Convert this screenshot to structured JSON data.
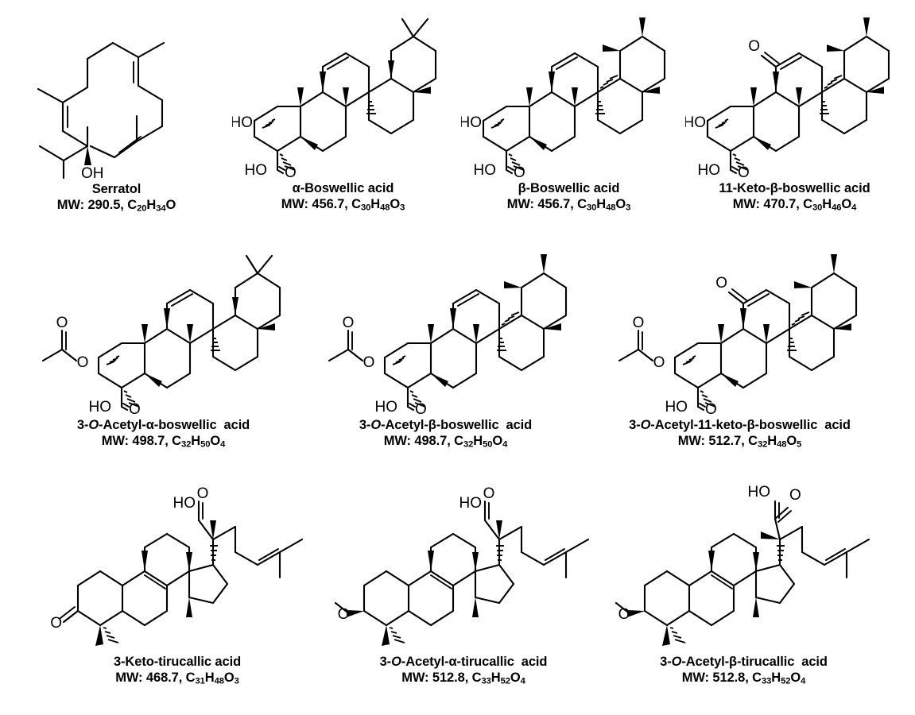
{
  "figure": {
    "title": "Chemical structures of Boswellia triterpenoid acids",
    "background_color": "#ffffff",
    "line_color": "#000000"
  },
  "rows": [
    {
      "row_label": "row-1",
      "compounds": [
        {
          "id": "serratol",
          "name_parts": [
            {
              "t": "Serratol",
              "italic": false
            }
          ],
          "name_plain": "Serratol",
          "mw_label": "MW:",
          "mw": "290.5",
          "formula": [
            {
              "e": "C",
              "n": "20"
            },
            {
              "e": "H",
              "n": "34"
            },
            {
              "e": "O",
              "n": ""
            }
          ],
          "formula_plain": "C20H34O",
          "skeleton": "macrocyclic cembranoid",
          "labels": [
            "OH"
          ]
        },
        {
          "id": "alpha-boswellic-acid",
          "name_parts": [
            {
              "t": "α-Boswellic acid",
              "italic": false
            }
          ],
          "name_plain": "α-Boswellic acid",
          "mw_label": "MW:",
          "mw": "456.7",
          "formula": [
            {
              "e": "C",
              "n": "30"
            },
            {
              "e": "H",
              "n": "48"
            },
            {
              "e": "O",
              "n": "3"
            }
          ],
          "formula_plain": "C30H48O3",
          "skeleton": "pentacyclic oleanane",
          "labels": [
            "HO",
            "HO",
            "O"
          ]
        },
        {
          "id": "beta-boswellic-acid",
          "name_parts": [
            {
              "t": "β-Boswellic acid",
              "italic": false
            }
          ],
          "name_plain": "β-Boswellic acid",
          "mw_label": "MW:",
          "mw": "456.7",
          "formula": [
            {
              "e": "C",
              "n": "30"
            },
            {
              "e": "H",
              "n": "48"
            },
            {
              "e": "O",
              "n": "3"
            }
          ],
          "formula_plain": "C30H48O3",
          "skeleton": "pentacyclic ursane",
          "labels": [
            "HO",
            "HO",
            "O"
          ]
        },
        {
          "id": "11-keto-beta-boswellic-acid",
          "name_parts": [
            {
              "t": "11-Keto-β-boswellic acid",
              "italic": false
            }
          ],
          "name_plain": "11-Keto-β-boswellic acid",
          "mw_label": "MW:",
          "mw": "470.7",
          "formula": [
            {
              "e": "C",
              "n": "30"
            },
            {
              "e": "H",
              "n": "46"
            },
            {
              "e": "O",
              "n": "4"
            }
          ],
          "formula_plain": "C30H46O4",
          "skeleton": "pentacyclic ursane 11-keto",
          "labels": [
            "O",
            "HO",
            "HO",
            "O"
          ]
        }
      ]
    },
    {
      "row_label": "row-2",
      "compounds": [
        {
          "id": "3-O-acetyl-alpha-boswellic-acid",
          "name_parts": [
            {
              "t": "3-",
              "italic": false
            },
            {
              "t": "O",
              "italic": true
            },
            {
              "t": "-Acetyl-α-boswellic  acid",
              "italic": false
            }
          ],
          "name_plain": "3-O-Acetyl-α-boswellic acid",
          "mw_label": "MW:",
          "mw": "498.7",
          "formula": [
            {
              "e": "C",
              "n": "32"
            },
            {
              "e": "H",
              "n": "50"
            },
            {
              "e": "O",
              "n": "4"
            }
          ],
          "formula_plain": "C32H50O4",
          "skeleton": "pentacyclic oleanane 3-acetate",
          "labels": [
            "O",
            "O",
            "HO",
            "O"
          ]
        },
        {
          "id": "3-O-acetyl-beta-boswellic-acid",
          "name_parts": [
            {
              "t": "3-",
              "italic": false
            },
            {
              "t": "O",
              "italic": true
            },
            {
              "t": "-Acetyl-β-boswellic  acid",
              "italic": false
            }
          ],
          "name_plain": "3-O-Acetyl-β-boswellic acid",
          "mw_label": "MW:",
          "mw": "498.7",
          "formula": [
            {
              "e": "C",
              "n": "32"
            },
            {
              "e": "H",
              "n": "50"
            },
            {
              "e": "O",
              "n": "4"
            }
          ],
          "formula_plain": "C32H50O4",
          "skeleton": "pentacyclic ursane 3-acetate",
          "labels": [
            "O",
            "O",
            "HO",
            "O"
          ]
        },
        {
          "id": "3-O-acetyl-11-keto-beta-boswellic-acid",
          "name_parts": [
            {
              "t": "3-",
              "italic": false
            },
            {
              "t": "O",
              "italic": true
            },
            {
              "t": "-Acetyl-11-keto-β-boswellic  acid",
              "italic": false
            }
          ],
          "name_plain": "3-O-Acetyl-11-keto-β-boswellic acid",
          "mw_label": "MW:",
          "mw": "512.7",
          "formula": [
            {
              "e": "C",
              "n": "32"
            },
            {
              "e": "H",
              "n": "48"
            },
            {
              "e": "O",
              "n": "5"
            }
          ],
          "formula_plain": "C32H48O5",
          "skeleton": "pentacyclic ursane 3-acetate 11-keto",
          "labels": [
            "O",
            "O",
            "O",
            "HO",
            "O"
          ]
        }
      ]
    },
    {
      "row_label": "row-3",
      "compounds": [
        {
          "id": "3-keto-tirucallic-acid",
          "name_parts": [
            {
              "t": "3-Keto-tirucallic acid",
              "italic": false
            }
          ],
          "name_plain": "3-Keto-tirucallic acid",
          "mw_label": "MW:",
          "mw": "468.7",
          "formula": [
            {
              "e": "C",
              "n": "31"
            },
            {
              "e": "H",
              "n": "48"
            },
            {
              "e": "O",
              "n": "3"
            }
          ],
          "formula_plain": "C31H48O3",
          "skeleton": "tetracyclic tirucallane 3-keto",
          "labels": [
            "HO",
            "O",
            "O"
          ]
        },
        {
          "id": "3-O-acetyl-alpha-tirucallic-acid",
          "name_parts": [
            {
              "t": "3-",
              "italic": false
            },
            {
              "t": "O",
              "italic": true
            },
            {
              "t": "-Acetyl-α-tirucallic  acid",
              "italic": false
            }
          ],
          "name_plain": "3-O-Acetyl-α-tirucallic acid",
          "mw_label": "MW:",
          "mw": "512.8",
          "formula": [
            {
              "e": "C",
              "n": "33"
            },
            {
              "e": "H",
              "n": "52"
            },
            {
              "e": "O",
              "n": "4"
            }
          ],
          "formula_plain": "C33H52O4",
          "skeleton": "tetracyclic tirucallane 3-acetate",
          "labels": [
            "HO",
            "O",
            "O",
            "O"
          ]
        },
        {
          "id": "3-O-acetyl-beta-tirucallic-acid",
          "name_parts": [
            {
              "t": "3-",
              "italic": false
            },
            {
              "t": "O",
              "italic": true
            },
            {
              "t": "-Acetyl-β-tirucallic  acid",
              "italic": false
            }
          ],
          "name_plain": "3-O-Acetyl-β-tirucallic acid",
          "mw_label": "MW:",
          "mw": "512.8",
          "formula": [
            {
              "e": "C",
              "n": "33"
            },
            {
              "e": "H",
              "n": "52"
            },
            {
              "e": "O",
              "n": "4"
            }
          ],
          "formula_plain": "C33H52O4",
          "skeleton": "tetracyclic tirucallane 3-acetate epimer",
          "labels": [
            "HO",
            "O",
            "O",
            "O"
          ]
        }
      ]
    }
  ]
}
